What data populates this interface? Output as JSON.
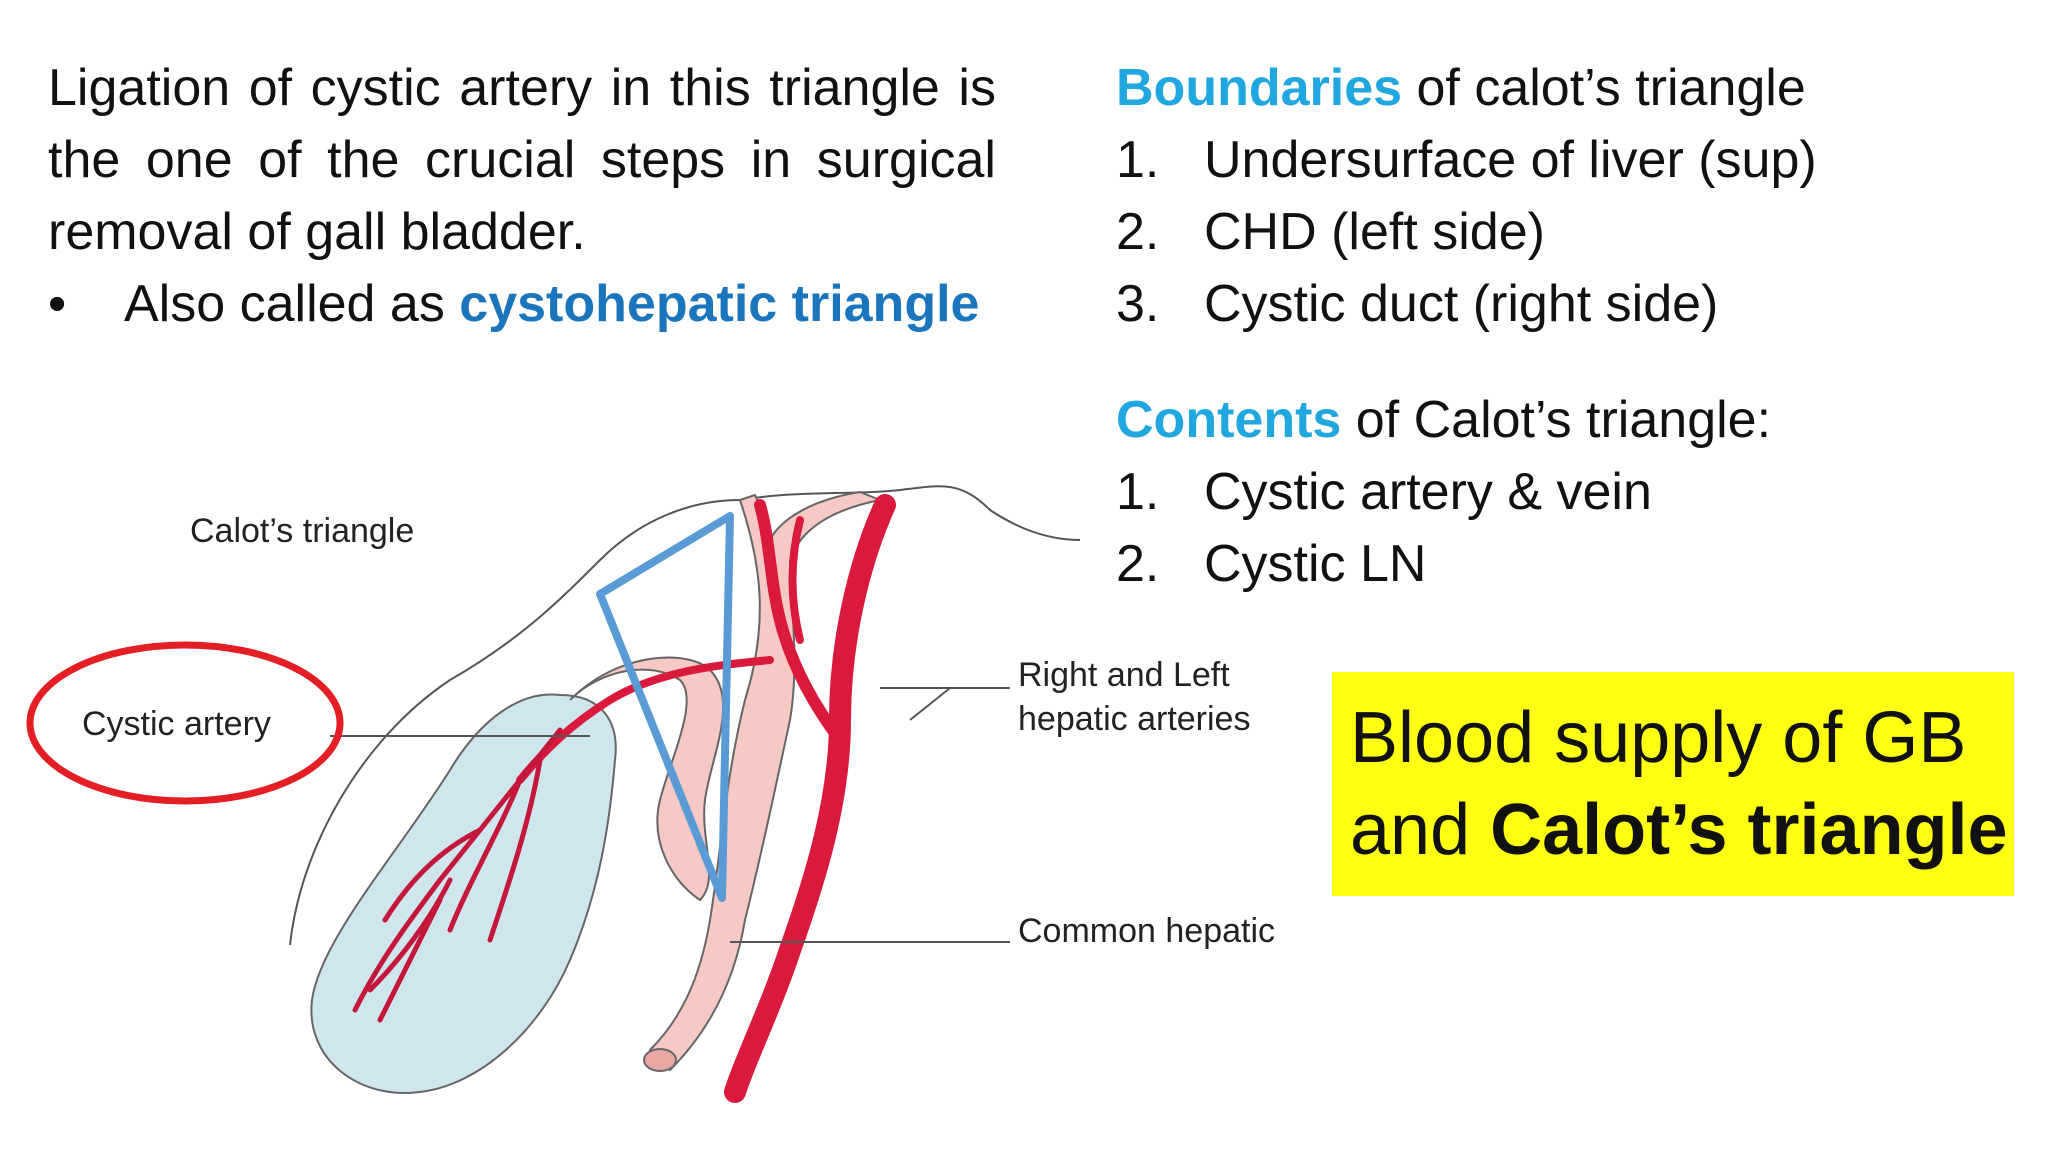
{
  "intro": {
    "text": "Ligation of cystic artery in this triangle is the one of the crucial steps in surgical removal of gall bladder.",
    "bullet_symbol": "•",
    "bullet_prefix": "Also called as ",
    "bullet_highlight": "cystohepatic triangle"
  },
  "boundaries": {
    "heading_highlight": "Boundaries",
    "heading_rest": " of calot’s triangle",
    "items": [
      {
        "num": "1.",
        "text": "Undersurface of liver (sup)"
      },
      {
        "num": "2.",
        "text": "CHD (left side)"
      },
      {
        "num": "3.",
        "text": "Cystic duct (right side)"
      }
    ]
  },
  "contents": {
    "heading_highlight": "Contents",
    "heading_rest": " of Calot’s triangle:",
    "items": [
      {
        "num": "1.",
        "text": "Cystic artery & vein"
      },
      {
        "num": "2.",
        "text": "Cystic LN"
      }
    ]
  },
  "callout": {
    "line1": "Blood supply of GB",
    "line2_prefix": "and ",
    "line2_bold": "Calot’s triangle"
  },
  "diagram": {
    "labels": {
      "calots_triangle": "Calot’s triangle",
      "cystic_artery": "Cystic artery",
      "hepatic_arteries_line1": "Right and Left",
      "hepatic_arteries_line2": "hepatic arteries",
      "common_hepatic": "Common hepatic"
    }
  },
  "colors": {
    "highlight_dark_blue": "#1b75bc",
    "highlight_cyan": "#21a7e0",
    "callout_yellow": "#ffff14",
    "artery_red": "#d91a3c",
    "duct_pink": "#f6c9c4",
    "gallbladder_blue": "#cfe6ef",
    "triangle_blue": "#5b9bd5",
    "circle_red": "#e31e24"
  }
}
